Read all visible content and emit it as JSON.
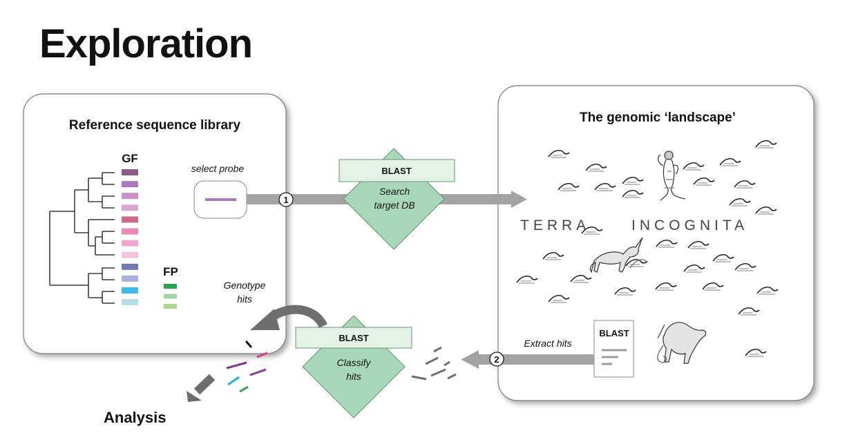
{
  "title": "Exploration",
  "analysis_label": "Analysis",
  "left_panel": {
    "title": "Reference sequence library",
    "gf_label": "GF",
    "fp_label": "FP",
    "select_probe_label": "select probe",
    "genotype_label_line1": "Genotype",
    "genotype_label_line2": "hits",
    "gf_colors": [
      "#8a5d87",
      "#a97ab8",
      "#cb8fc8",
      "#d9a8d2",
      "#c96a8d",
      "#e98bb4",
      "#efa8cb",
      "#f5c6db",
      "#7479b2",
      "#a9b1dd",
      "#3fb9e6",
      "#b2dce9"
    ],
    "fp_colors": [
      "#2aa34a",
      "#9ed5a6",
      "#a9d88e"
    ]
  },
  "blast_top": {
    "label": "BLAST",
    "line1": "Search",
    "line2": "target DB"
  },
  "blast_bottom": {
    "label": "BLAST",
    "line1": "Classify",
    "line2": "hits"
  },
  "step1": "1",
  "step2": "2",
  "right_panel": {
    "title": "The genomic ‘landscape’",
    "terra": "TERRA",
    "incognita": "INCOGNITA",
    "blast_doc_label": "BLAST",
    "extract_label": "Extract hits"
  },
  "colors": {
    "arrow_gray": "#a3a3a3",
    "dark_arrow": "#6e6e6e",
    "blast_box_fill": "#e3f1e7",
    "blast_diamond_fill": "#a8d8b9",
    "blast_stroke": "#6a8f78",
    "probe_line": "#a77cbe"
  }
}
